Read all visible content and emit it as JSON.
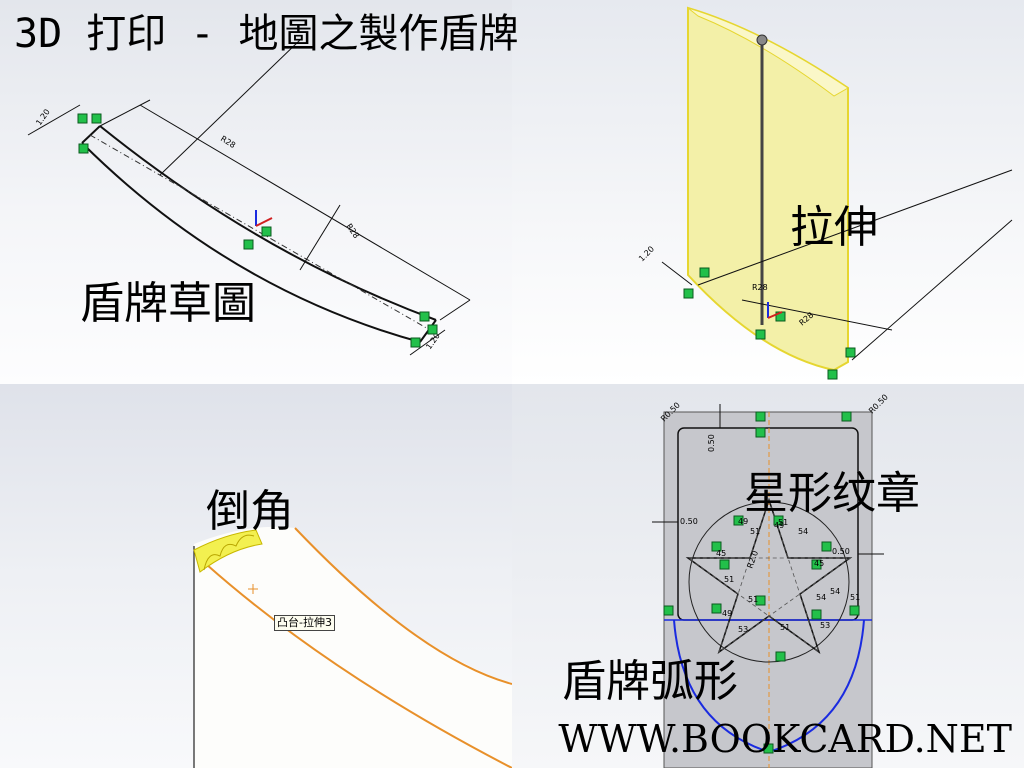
{
  "title": "3D 打印 - 地圖之製作盾牌",
  "watermark": "WWW.BOOKCARD.NET",
  "panels": {
    "sketch": {
      "label": "盾牌草圖",
      "dims": [
        "1.20",
        "R28",
        "R28",
        "1.20"
      ]
    },
    "extrude": {
      "label": "拉伸",
      "dims": [
        "1.20",
        "R28",
        "R28"
      ]
    },
    "fillet": {
      "label": "倒角",
      "tooltip": "凸台-拉伸3"
    },
    "emblem": {
      "label_star": "星形纹章",
      "label_arc": "盾牌弧形",
      "dims": [
        "R0.50",
        "R0.50",
        "0.50",
        "0.50",
        "0.50",
        "R2.0"
      ],
      "constraint_numbers": [
        "49",
        "51",
        "54",
        "51",
        "45",
        "45",
        "51",
        "54",
        "51",
        "49",
        "53",
        "53",
        "51",
        "54",
        "51",
        "49"
      ]
    }
  },
  "colors": {
    "sketch_green": "#22c04a",
    "extrude_yellow": "#f3f0a8",
    "edge_orange": "#e8902a",
    "arc_blue": "#1a2be0"
  }
}
